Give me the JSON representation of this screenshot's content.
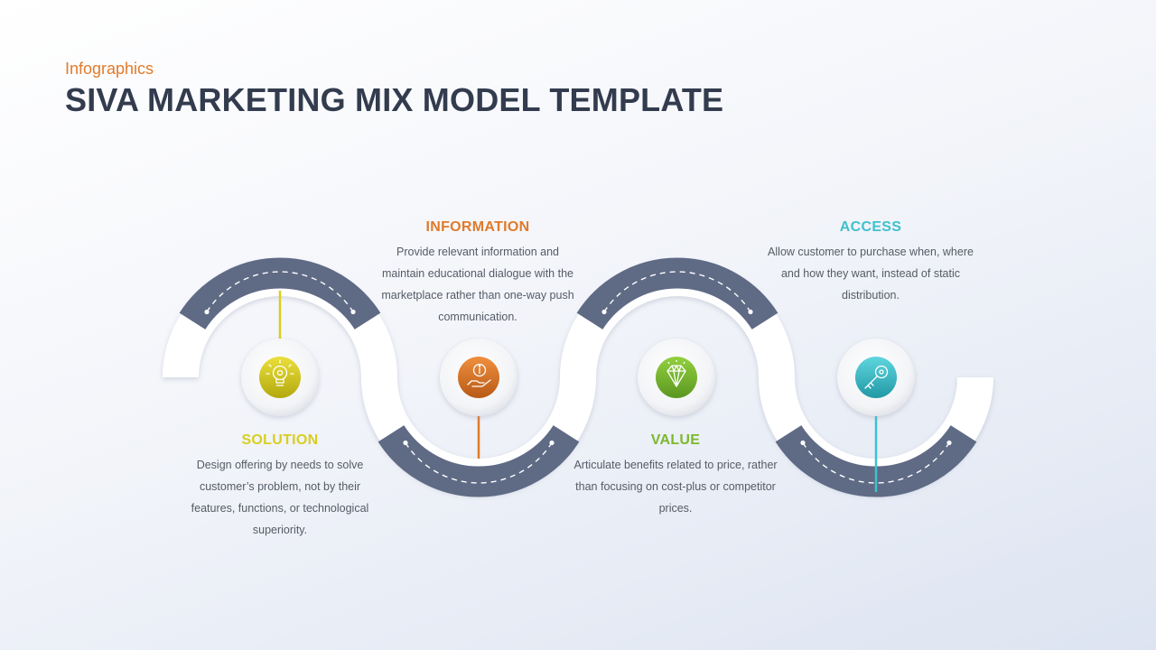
{
  "header": {
    "subtitle": "Infographics",
    "title": "SIVA MARKETING MIX MODEL TEMPLATE"
  },
  "steps": [
    {
      "title": "SOLUTION",
      "description": "Design offering  by needs to solve customer’s problem, not by their features, functions, or technological superiority.",
      "color": "#d9ce1f",
      "icon": "lightbulb-icon"
    },
    {
      "title": "INFORMATION",
      "description": "Provide  relevant  information  and maintain educational dialogue with the marketplace rather than one-way  push communication.",
      "color": "#e07b2c",
      "icon": "info-hand-icon"
    },
    {
      "title": "VALUE",
      "description": "Articulate benefits related to price, rather than focusing on cost-plus or competitor prices.",
      "color": "#7cb82f",
      "icon": "diamond-icon"
    },
    {
      "title": "ACCESS",
      "description": "Allow customer to purchase when,  where  and how they want, instead of static distribution.",
      "color": "#3fc1cc",
      "icon": "key-icon"
    }
  ],
  "colors": {
    "title": "#333c4e",
    "band": "#5f6a85",
    "track": "#ffffff"
  }
}
